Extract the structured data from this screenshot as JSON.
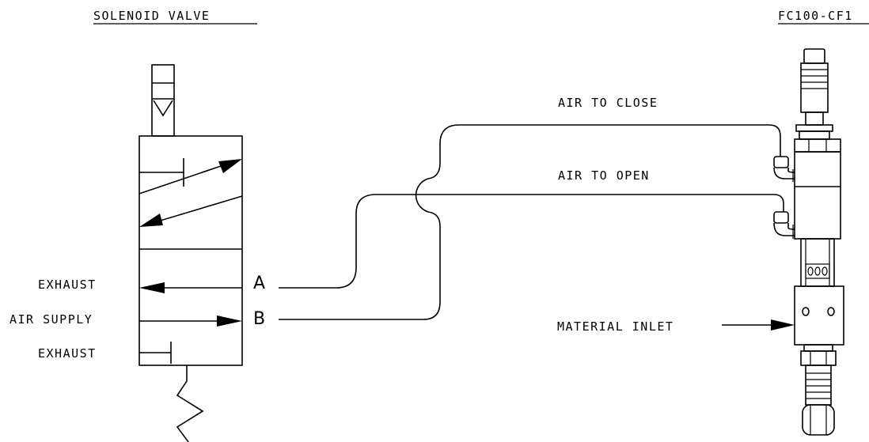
{
  "titles": {
    "left": "SOLENOID VALVE",
    "right": "FC100-CF1"
  },
  "lines": {
    "air_to_close": "AIR TO CLOSE",
    "air_to_open": "AIR TO OPEN"
  },
  "ports": {
    "exhaust_top": "EXHAUST",
    "air_supply": "AIR SUPPLY",
    "exhaust_bottom": "EXHAUST",
    "a": "A",
    "b": "B"
  },
  "valve": {
    "material_inlet": "MATERIAL INLET"
  },
  "colors": {
    "ink": "#000000",
    "background": "#ffffff"
  }
}
